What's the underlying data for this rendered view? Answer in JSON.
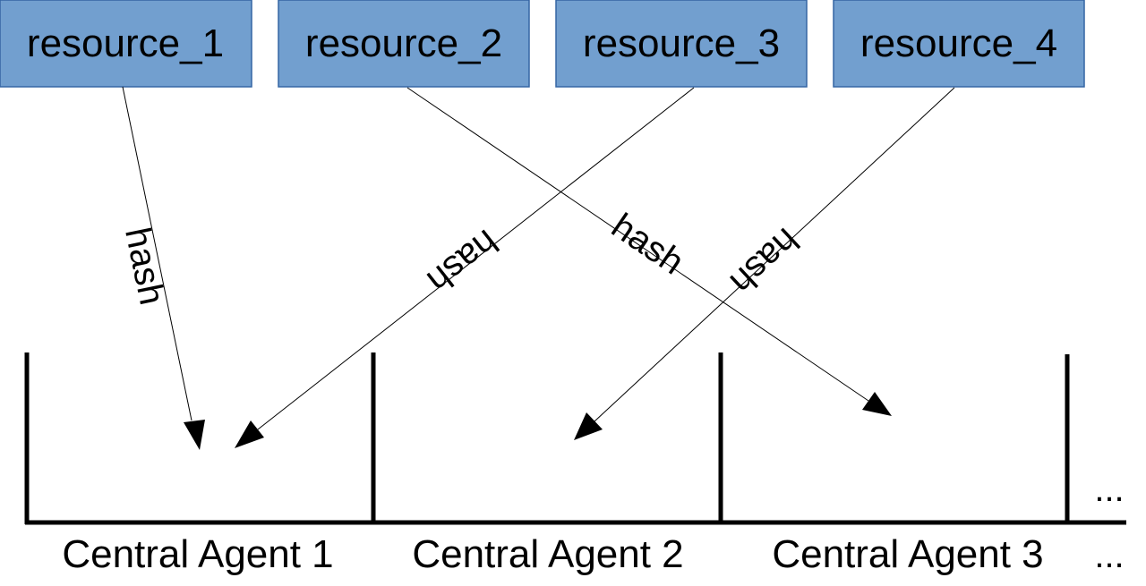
{
  "resources": [
    {
      "label": "resource_1"
    },
    {
      "label": "resource_2"
    },
    {
      "label": "resource_3"
    },
    {
      "label": "resource_4"
    }
  ],
  "edges": [
    {
      "from": "resource_1",
      "to": "Central Agent 1",
      "label": "hash"
    },
    {
      "from": "resource_3",
      "to": "Central Agent 1",
      "label": "hash"
    },
    {
      "from": "resource_2",
      "to": "Central Agent 3",
      "label": "hash"
    },
    {
      "from": "resource_4",
      "to": "Central Agent 2",
      "label": "hash"
    }
  ],
  "agents": [
    {
      "label": "Central Agent 1"
    },
    {
      "label": "Central Agent 2"
    },
    {
      "label": "Central Agent 3"
    }
  ],
  "ellipsis": {
    "bucket": "...",
    "agent": "..."
  }
}
